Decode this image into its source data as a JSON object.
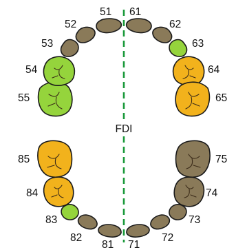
{
  "notation": "FDI",
  "colors": {
    "green": "#95d43c",
    "orange": "#f2b21c",
    "brown": "#8a7a59",
    "midline": "#1a9a3a"
  },
  "teeth": [
    {
      "id": "51",
      "label": "51",
      "color": "brown"
    },
    {
      "id": "52",
      "label": "52",
      "color": "brown"
    },
    {
      "id": "53",
      "label": "53",
      "color": "brown"
    },
    {
      "id": "54",
      "label": "54",
      "color": "green"
    },
    {
      "id": "55",
      "label": "55",
      "color": "green"
    },
    {
      "id": "61",
      "label": "61",
      "color": "brown"
    },
    {
      "id": "62",
      "label": "62",
      "color": "brown"
    },
    {
      "id": "63",
      "label": "63",
      "color": "green"
    },
    {
      "id": "64",
      "label": "64",
      "color": "orange"
    },
    {
      "id": "65",
      "label": "65",
      "color": "orange"
    },
    {
      "id": "71",
      "label": "71",
      "color": "brown"
    },
    {
      "id": "72",
      "label": "72",
      "color": "brown"
    },
    {
      "id": "73",
      "label": "73",
      "color": "brown"
    },
    {
      "id": "74",
      "label": "74",
      "color": "brown"
    },
    {
      "id": "75",
      "label": "75",
      "color": "brown"
    },
    {
      "id": "81",
      "label": "81",
      "color": "brown"
    },
    {
      "id": "82",
      "label": "82",
      "color": "brown"
    },
    {
      "id": "83",
      "label": "83",
      "color": "green"
    },
    {
      "id": "84",
      "label": "84",
      "color": "orange"
    },
    {
      "id": "85",
      "label": "85",
      "color": "orange"
    }
  ]
}
